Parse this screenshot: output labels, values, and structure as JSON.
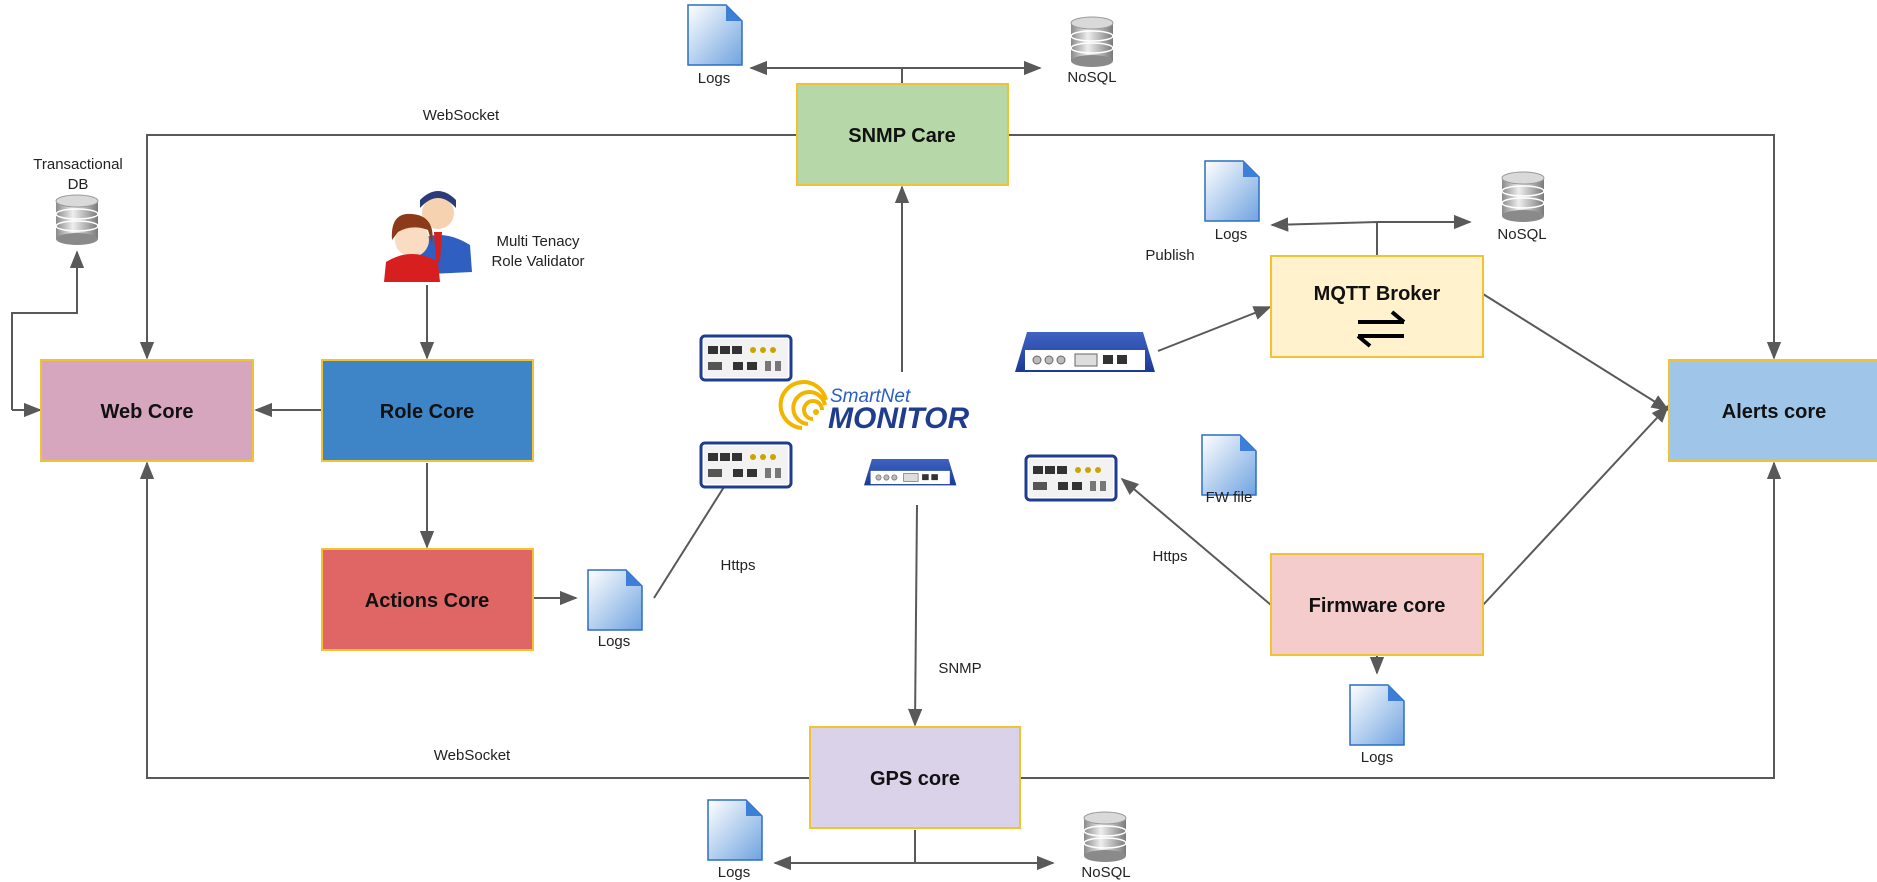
{
  "nodes": {
    "web_core": "Web Core",
    "role_core": "Role Core",
    "actions_core": "Actions Core",
    "snmp_care": "SNMP Care",
    "gps_core": "GPS core",
    "mqtt_broker": "MQTT Broker",
    "firmware_core": "Firmware core",
    "alerts_core": "Alerts core"
  },
  "labels": {
    "websocket_top": "WebSocket",
    "websocket_bottom": "WebSocket",
    "transactional_db_line1": "Transactional",
    "transactional_db_line2": "DB",
    "multi_tenancy_line1": "Multi Tenacy",
    "multi_tenancy_line2": "Role Validator",
    "logs_snmp": "Logs",
    "nosql_snmp": "NoSQL",
    "logs_mqtt": "Logs",
    "nosql_mqtt": "NoSQL",
    "publish": "Publish",
    "logs_actions": "Logs",
    "https_left": "Https",
    "https_right": "Https",
    "fw_file": "FW file",
    "snmp_edge": "SNMP",
    "logs_firmware": "Logs",
    "logs_gps": "Logs",
    "nosql_gps": "NoSQL"
  },
  "logo": {
    "brand_small": "SmartNet",
    "brand_large": "MONITOR"
  },
  "colors": {
    "web_core": "#d5a6bd",
    "role_core": "#3d85c6",
    "actions_core": "#e06666",
    "snmp_care": "#b6d7a8",
    "gps_core": "#d9d2e9",
    "mqtt_broker": "#fff2cc",
    "firmware_core": "#f4cccc",
    "alerts_core": "#9fc5e8",
    "box_border": "#f1c232",
    "edge": "#595959",
    "logo_blue": "#1f3c8f",
    "logo_gold": "#f1b500"
  },
  "icons": [
    "document-icon",
    "database-icon",
    "users-icon",
    "router-icon",
    "exchange-arrows-icon",
    "smartnet-logo"
  ]
}
